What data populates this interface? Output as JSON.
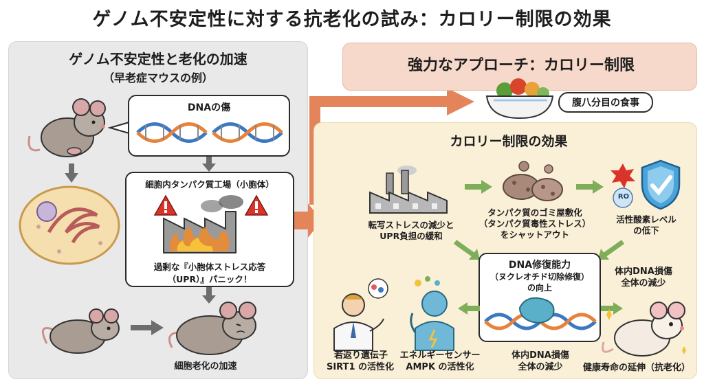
{
  "title": "ゲノム不安定性に対する抗老化の試み：カロリー制限の効果",
  "left_panel": {
    "title": "ゲノム不安定性と老化の加速",
    "subtitle": "（早老症マウスの例）",
    "dna_box_label": "DNAの傷",
    "factory_label": "細胞内タンパク質工場（小胞体）",
    "upr_line1": "過剰な『小胞体ストレス応答",
    "upr_line2": "（UPR）』パニック！",
    "aging_label": "細胞老化の加速"
  },
  "approach_panel": {
    "title": "強力なアプローチ：カロリー制限",
    "meal_label": "腹八分目の食事"
  },
  "effects_panel": {
    "title": "カロリー制限の効果",
    "stress_line1": "転写ストレスの減少と",
    "stress_line2": "UPR負担の緩和",
    "protein_line1": "タンパク質のゴミ屋敷化",
    "protein_line2": "（タンパク質毒性ストレス）",
    "protein_line3": "をシャットアウト",
    "ros_label": "RO",
    "ros_line1": "活性酸素レベル",
    "ros_line2": "の低下",
    "repair_title": "DNA修復能力",
    "repair_sub1": "（ヌクレオチド切除修復）",
    "repair_sub2": "の向上",
    "damage_top_line1": "体内DNA損傷",
    "damage_top_line2": "全体の減少",
    "damage_bottom_line1": "体内DNA損傷",
    "damage_bottom_line2": "全体の減少",
    "sirt1_line1": "若返り遺伝子",
    "sirt1_line2": "SIRT1 の活性化",
    "ampk_line1": "エネルギーセンサー",
    "ampk_line2": "AMPK の活性化",
    "longevity_label": "健康寿命の延伸（抗老化）"
  },
  "colors": {
    "left_panel_bg": "#e9e9e9",
    "approach_bg": "#f7d9cb",
    "effects_bg": "#faefd7",
    "arrow_orange": "#e3845a",
    "arrow_green": "#7fae5a",
    "arrow_gray": "#6d6d6d",
    "dna_blue": "#3b78c2",
    "dna_orange": "#e8823a",
    "warning_red": "#d9342b",
    "shield_blue": "#4aa3d9"
  },
  "icons": [
    "mouse-icon",
    "cell-icon",
    "dna-icon",
    "factory-icon",
    "warning-icon",
    "fire-icon",
    "bowl-icon",
    "garbage-icon",
    "shield-icon",
    "ros-icon",
    "scientist-icon",
    "energy-figure-icon",
    "enzyme-icon",
    "healthy-mouse-icon",
    "old-mouse-icon"
  ]
}
